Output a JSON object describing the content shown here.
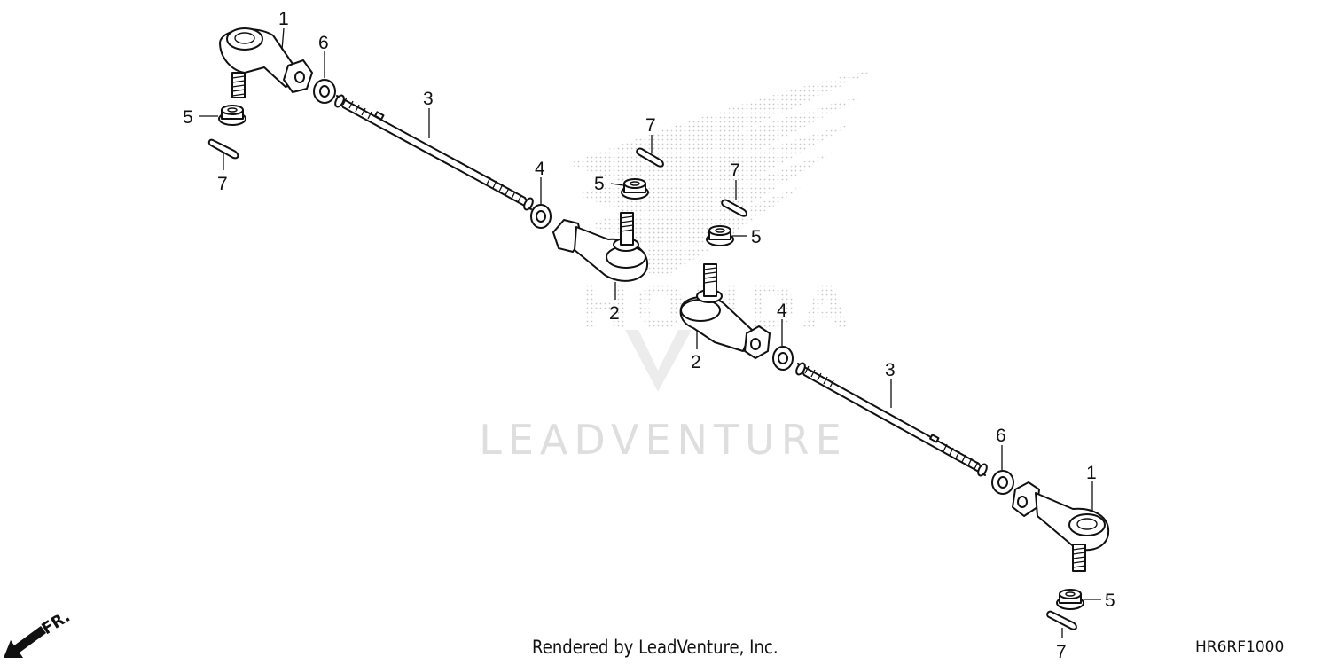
{
  "watermark": {
    "brand": "HONDA",
    "wordmark": "LEADVENTURE",
    "color": "#d9d9d9"
  },
  "callouts": {
    "p1a": "1",
    "p1b": "1",
    "p2a": "2",
    "p2b": "2",
    "p3a": "3",
    "p3b": "3",
    "p4a": "4",
    "p4b": "4",
    "p5a": "5",
    "p5b": "5",
    "p5c": "5",
    "p5d": "5",
    "p6a": "6",
    "p6b": "6",
    "p7a": "7",
    "p7b": "7",
    "p7c": "7",
    "p7d": "7"
  },
  "front_indicator": {
    "label": "FR.",
    "icon": "front-direction-arrow-icon"
  },
  "footer": {
    "credit": "Rendered by LeadVenture, Inc.",
    "diagram_code": "HR6RF1000"
  }
}
